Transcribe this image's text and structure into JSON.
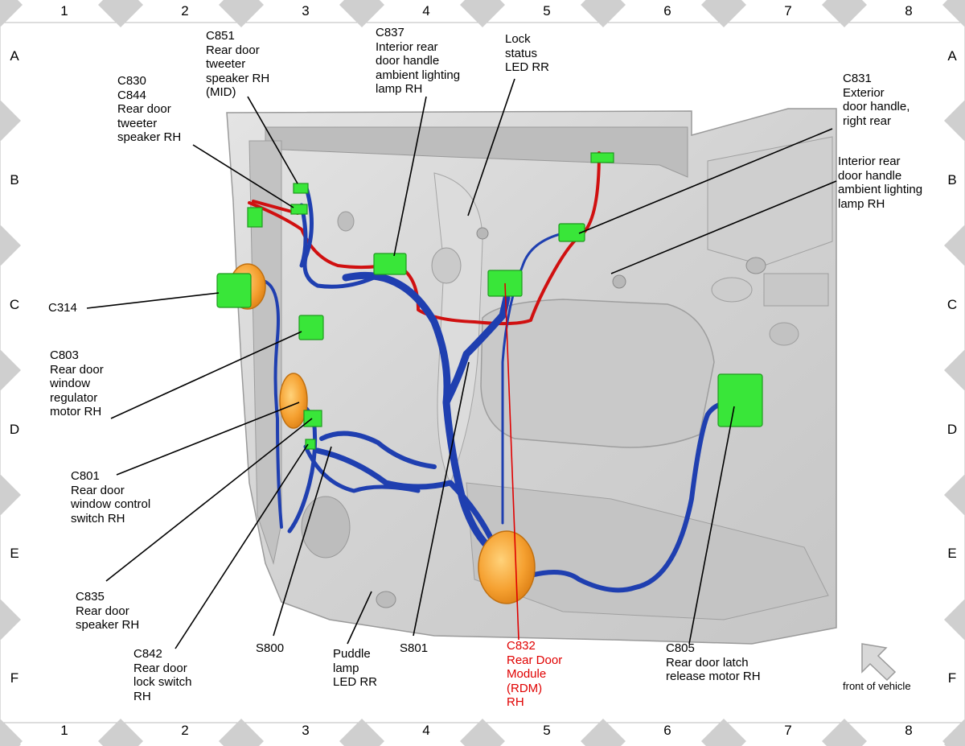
{
  "grid": {
    "columns": [
      "1",
      "2",
      "3",
      "4",
      "5",
      "6",
      "7",
      "8"
    ],
    "rows": [
      "A",
      "B",
      "C",
      "D",
      "E",
      "F"
    ]
  },
  "labels": {
    "c851": "C851\nRear door\ntweeter\nspeaker RH\n(MID)",
    "c837": "C837\nInterior rear\ndoor handle\nambient lighting\nlamp RH",
    "lock_status": "Lock\nstatus\nLED RR",
    "c830": "C830\nC844\nRear door\ntweeter\nspeaker RH",
    "c831": "C831\nExterior\ndoor handle,\nright rear",
    "interior_handle": "Interior rear\ndoor handle\nambient lighting\nlamp RH",
    "c314": "C314",
    "c803": "C803\nRear door\nwindow\nregulator\nmotor RH",
    "c801": "C801\nRear door\nwindow control\nswitch RH",
    "c835": "C835\nRear door\nspeaker RH",
    "c842": "C842\nRear door\nlock switch\nRH",
    "s800": "S800",
    "puddle": "Puddle\nlamp\nLED RR",
    "s801": "S801",
    "c832": "C832\nRear Door\nModule\n(RDM)\nRH",
    "c805": "C805\nRear door latch\nrelease motor RH",
    "front": "front of vehicle"
  },
  "colors": {
    "harness_blue": "#1f3fb0",
    "harness_red": "#d01010",
    "connector_green": "#39e639",
    "grommet_orange": "#f5a030",
    "highlight_red": "#e00000",
    "door_gray": "#d6d6d6",
    "border_gray": "#c8c8c8"
  }
}
